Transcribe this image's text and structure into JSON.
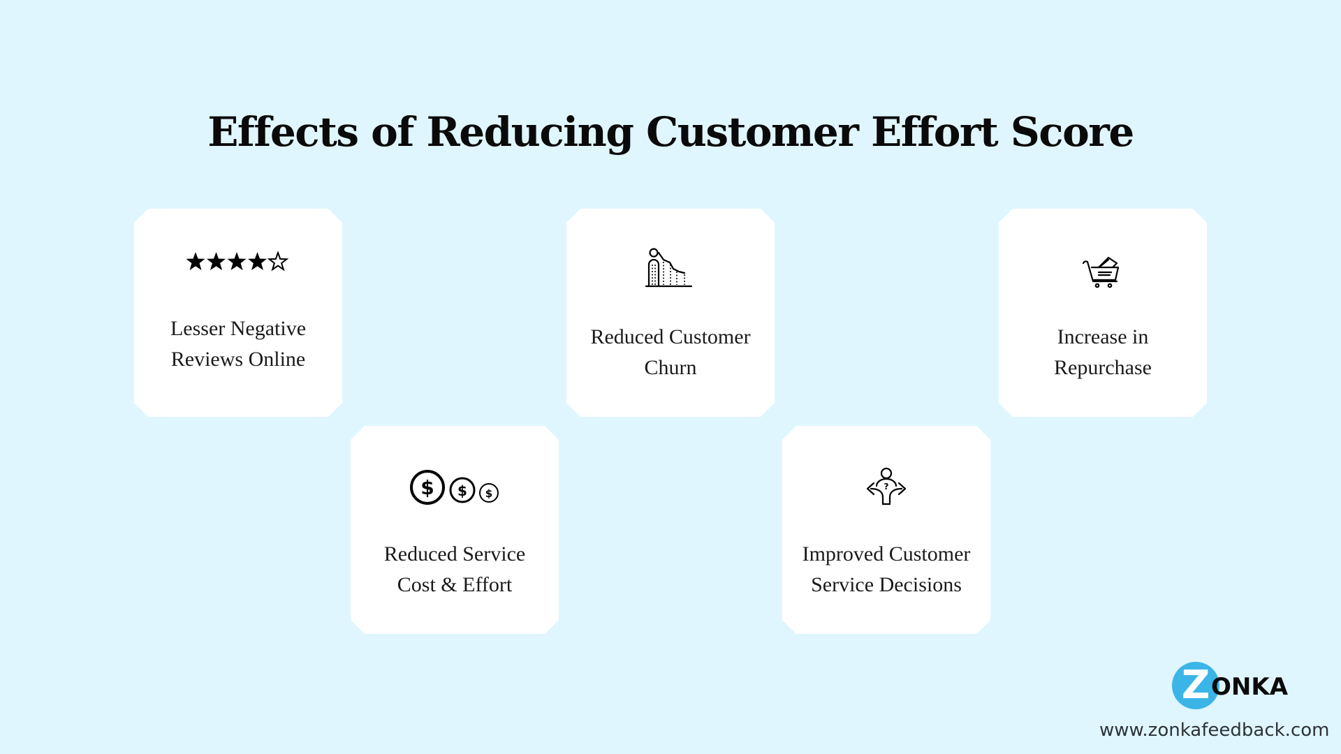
{
  "header": {
    "title": "Effects of Reducing Customer Effort Score"
  },
  "cards": [
    {
      "icon": "four-of-five-stars-rating-icon",
      "rating": 4,
      "rating_max": 5,
      "label_line1": "Lesser Negative",
      "label_line2": "Reviews Online"
    },
    {
      "icon": "customer-churn-decline-chart-icon",
      "label_line1": "Reduced Customer",
      "label_line2": "Churn"
    },
    {
      "icon": "shopping-cart-icon",
      "label_line1": "Increase in",
      "label_line2": "Repurchase"
    },
    {
      "icon": "dollar-coins-decreasing-icon",
      "label_line1": "Reduced Service",
      "label_line2": "Cost & Effort"
    },
    {
      "icon": "decision-person-arrows-icon",
      "label_line1": "Improved Customer",
      "label_line2": "Service Decisions"
    }
  ],
  "brand": {
    "logo_initial": "Z",
    "logo_rest": "ONKA",
    "url": "www.zonkafeedback.com",
    "accent_color": "#3BB5E8"
  },
  "colors": {
    "background": "#E0F6FE",
    "card": "#FFFFFF",
    "text": "#111111"
  }
}
